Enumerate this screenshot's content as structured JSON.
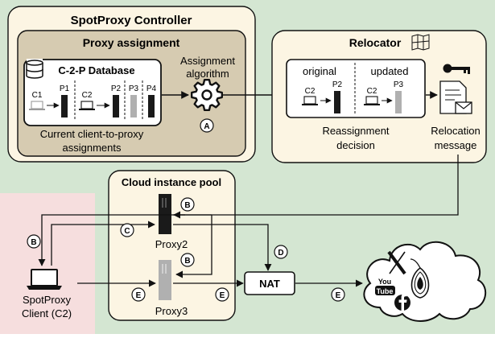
{
  "controller": {
    "title": "SpotProxy Controller"
  },
  "assignment": {
    "title": "Proxy assignment",
    "db_title": "C-2-P Database",
    "clients": [
      "C1",
      "C2"
    ],
    "proxies": [
      "P1",
      "P2",
      "P3",
      "P4"
    ],
    "caption_1": "Current client-to-proxy",
    "caption_2": "assignments",
    "algo_1": "Assignment",
    "algo_2": "algorithm"
  },
  "relocator": {
    "title": "Relocator",
    "original": "original",
    "updated": "updated",
    "client": "C2",
    "old_proxy": "P2",
    "new_proxy": "P3",
    "decision_1": "Reassignment",
    "decision_2": "decision",
    "message_1": "Relocation",
    "message_2": "message"
  },
  "pool": {
    "title": "Cloud instance pool",
    "proxy2": "Proxy2",
    "proxy3": "Proxy3"
  },
  "nat": "NAT",
  "client": {
    "line1": "SpotProxy",
    "line2": "Client (C2)"
  },
  "steps": {
    "A": "A",
    "B": "B",
    "C": "C",
    "D": "D",
    "E": "E"
  },
  "internet": {
    "youtube_1": "You",
    "youtube_2": "Tube"
  },
  "colors": {
    "background": "#d4e6d2",
    "client_zone": "#f6dede",
    "panel": "#fcf5e3",
    "assignment": "#d6cbb1",
    "proxy_dark": "#1a1a1a",
    "proxy_light": "#b0b0b0"
  }
}
